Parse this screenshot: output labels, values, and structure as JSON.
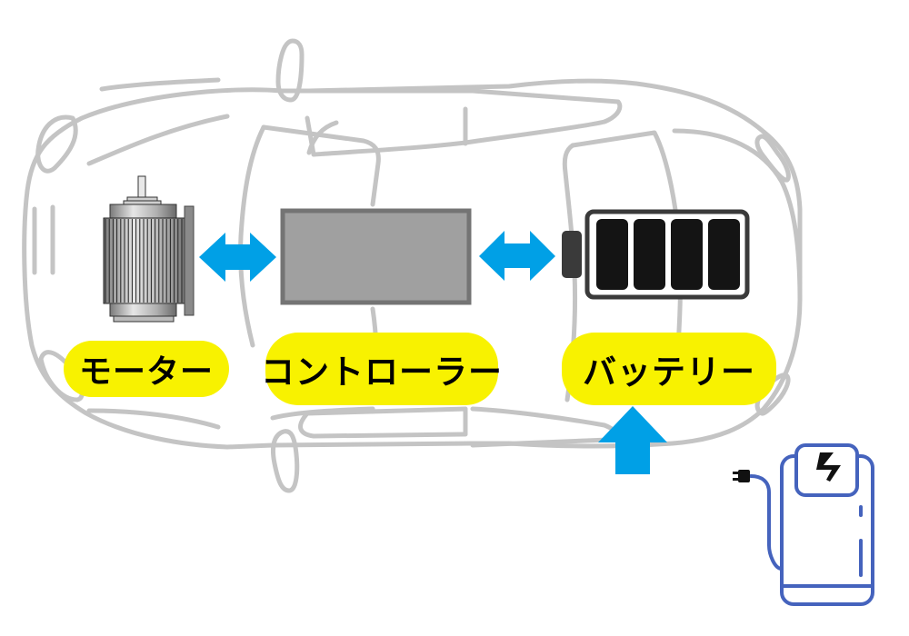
{
  "diagram": {
    "title": "EV powertrain overview",
    "components": [
      {
        "id": "motor",
        "label": "モーター",
        "icon": "electric-motor-icon"
      },
      {
        "id": "controller",
        "label": "コントローラー",
        "icon": "controller-box-icon"
      },
      {
        "id": "battery",
        "label": "バッテリー",
        "icon": "battery-full-icon",
        "cells_filled": 4,
        "cells_total": 4
      }
    ],
    "connections": [
      {
        "from": "motor",
        "to": "controller",
        "type": "bidirectional"
      },
      {
        "from": "controller",
        "to": "battery",
        "type": "bidirectional"
      },
      {
        "from": "charger",
        "to": "battery",
        "type": "unidirectional"
      }
    ],
    "charger": {
      "icon": "charging-station-icon",
      "symbol": "lightning-bolt-icon"
    },
    "background": {
      "icon": "car-top-view-outline-icon"
    }
  },
  "colors": {
    "label_fill": "#f8f200",
    "arrow": "#00a0e6",
    "car_outline": "#c4c4c4",
    "charger_stroke": "#4563bd",
    "controller_fill": "#a0a0a0",
    "controller_border": "#747474",
    "battery_cell": "#141414",
    "battery_frame": "#3a3a3a"
  }
}
